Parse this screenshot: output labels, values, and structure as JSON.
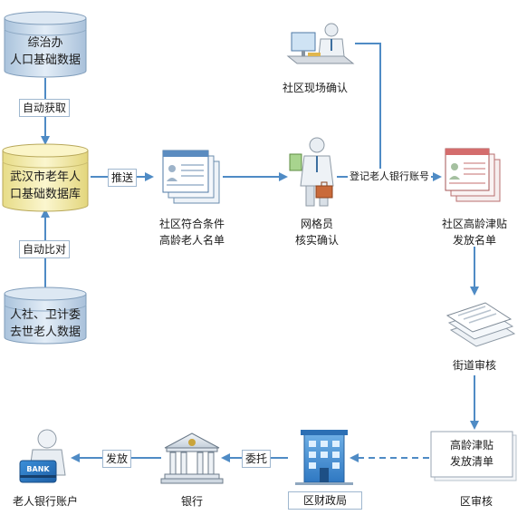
{
  "nodes": {
    "comprehensive_office": {
      "line1": "综治办",
      "line2": "人口基础数据"
    },
    "wuhan_elderly_db": {
      "line1": "武汉市老年人",
      "line2": "口基础数据库"
    },
    "hrss_health": {
      "line1": "人社、卫计委",
      "line2": "去世老人数据"
    },
    "eligible_list": {
      "line1": "社区符合条件",
      "line2": "高龄老人名单"
    },
    "grid_worker": {
      "line1": "网格员",
      "line2": "核实确认"
    },
    "onsite_confirm": {
      "line1": "社区现场确认"
    },
    "allowance_list": {
      "line1": "社区高龄津贴",
      "line2": "发放名单"
    },
    "street_review": {
      "line1": "街道审核"
    },
    "district_review": {
      "line1": "区审核",
      "doc_line1": "高龄津贴",
      "doc_line2": "发放清单"
    },
    "finance_bureau": {
      "line1": "区财政局"
    },
    "bank": {
      "line1": "银行"
    },
    "elder_account": {
      "line1": "老人银行账户",
      "card_text": "BANK"
    }
  },
  "edges": {
    "auto_fetch": "自动获取",
    "auto_compare": "自动比对",
    "push": "推送",
    "register_account": "登记老人银行账号",
    "entrust": "委托",
    "disburse": "发放"
  },
  "colors": {
    "arrow": "#4f8bc5",
    "cylinder_blue": "#c9d9ea",
    "cylinder_yellow": "#f5efb0",
    "card_blue": "#2a6fb8"
  }
}
